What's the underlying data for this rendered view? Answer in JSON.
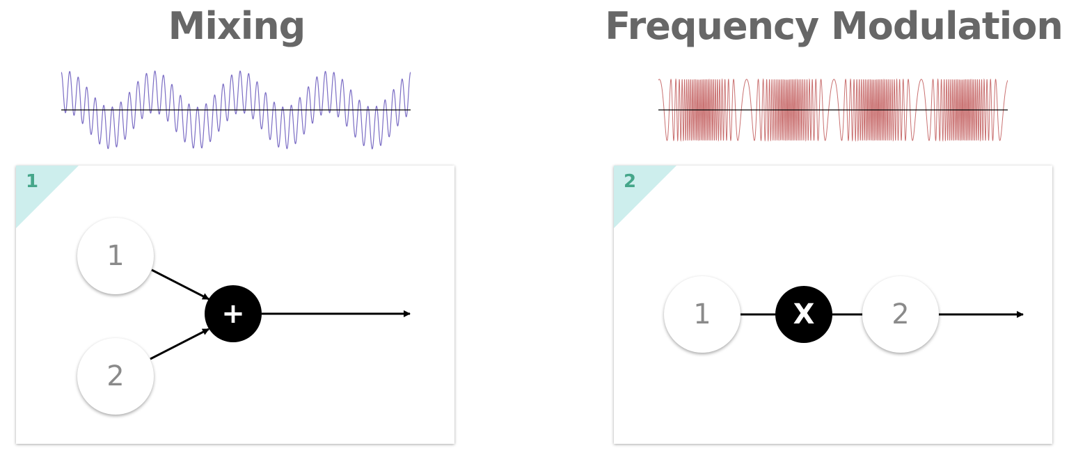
{
  "panels": [
    {
      "title": "Mixing",
      "number": "1",
      "operator": "+",
      "nodes": [
        "1",
        "2"
      ],
      "wave_color": "#7a6cc4"
    },
    {
      "title": "Frequency Modulation",
      "number": "2",
      "operator": "X",
      "nodes": [
        "1",
        "2"
      ],
      "wave_color": "#c97070"
    }
  ],
  "colors": {
    "title": "#676767",
    "corner": "#cdeeed",
    "panel_number": "#45a68a",
    "node_text": "#8a8a8a",
    "operator_fill": "#000000"
  }
}
